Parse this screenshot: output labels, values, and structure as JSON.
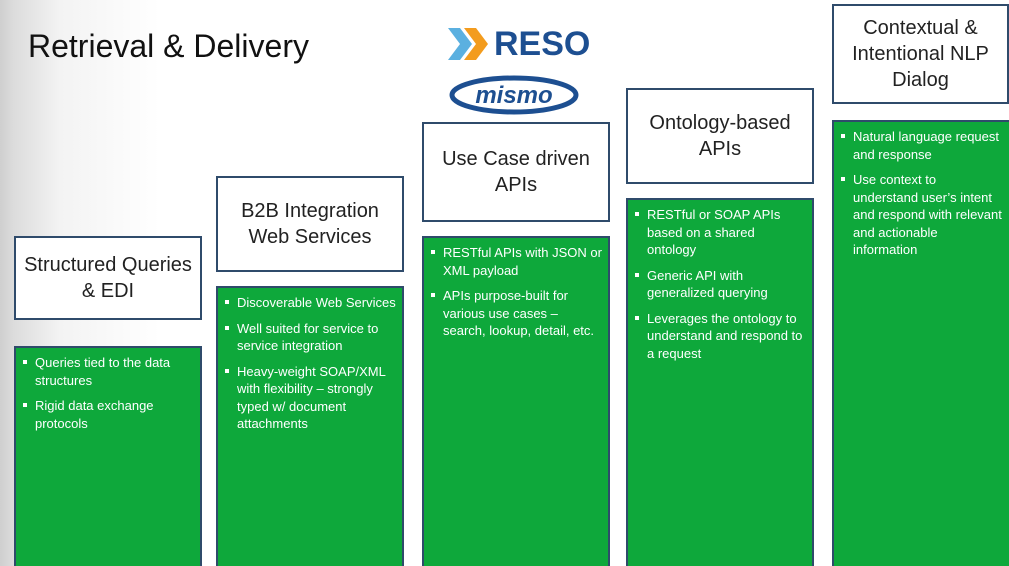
{
  "title": "Retrieval & Delivery",
  "logos": {
    "reso": "RESO",
    "mismo": "mismo"
  },
  "columns": [
    {
      "heading": "Structured Queries & EDI",
      "bullets": [
        "Queries tied to the data structures",
        "Rigid data exchange protocols"
      ]
    },
    {
      "heading": "B2B Integration Web Services",
      "bullets": [
        "Discoverable Web Services",
        "Well suited for service to service integration",
        "Heavy-weight SOAP/XML with flexibility – strongly typed w/ document attachments"
      ]
    },
    {
      "heading": "Use Case driven APIs",
      "bullets": [
        "RESTful APIs with JSON or XML payload",
        "APIs purpose-built for various use cases – search, lookup, detail, etc."
      ]
    },
    {
      "heading": "Ontology-based APIs",
      "bullets": [
        "RESTful or SOAP APIs based on a shared ontology",
        "Generic API with generalized querying",
        "Leverages the ontology to understand and respond to a request"
      ]
    },
    {
      "heading": "Contextual & Intentional NLP Dialog",
      "bullets": [
        "Natural language request and response",
        "Use context to understand user’s intent and respond with relevant and actionable information"
      ]
    }
  ],
  "colors": {
    "green": "#0ea83b",
    "border": "#2f4b6b",
    "reso_blue": "#1d4f91",
    "reso_orange": "#f39c1e",
    "reso_lightblue": "#5bb0e0"
  }
}
